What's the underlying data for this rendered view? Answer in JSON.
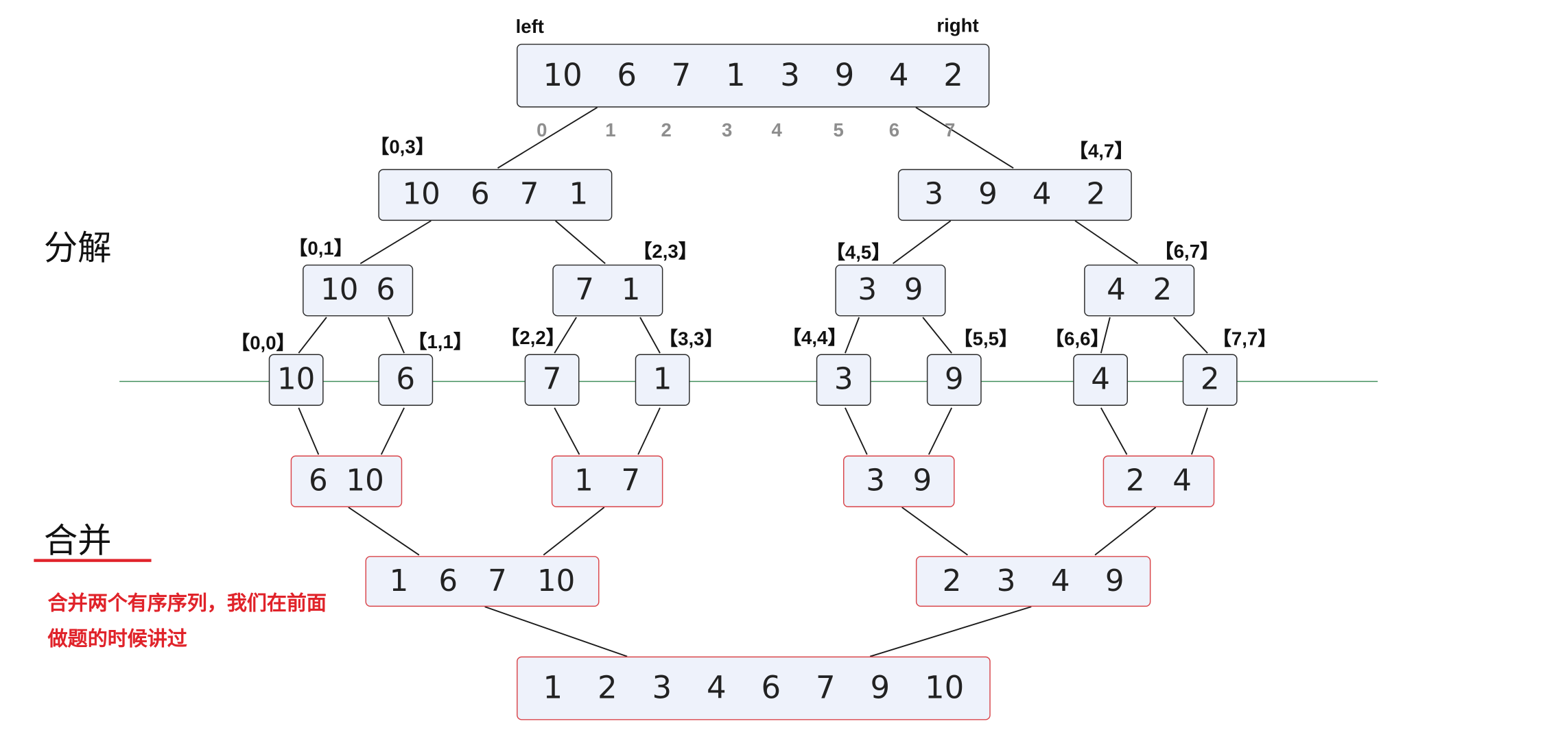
{
  "labels": {
    "left": "left",
    "right": "right",
    "decompose": "分解",
    "merge": "合并",
    "note_line1": "合并两个有序序列，我们在前面",
    "note_line2": "做题的时候讲过"
  },
  "indices": [
    "0",
    "1",
    "2",
    "3",
    "4",
    "5",
    "6",
    "7"
  ],
  "ranges": {
    "r03": "【0,3】",
    "r47": "【4,7】",
    "r01": "【0,1】",
    "r23": "【2,3】",
    "r45": "【4,5】",
    "r67": "【6,7】",
    "r00": "【0,0】",
    "r11": "【1,1】",
    "r22": "【2,2】",
    "r33": "【3,3】",
    "r44": "【4,4】",
    "r55": "【5,5】",
    "r66": "【6,6】",
    "r77": "【7,7】"
  },
  "boxes": {
    "root": [
      "10",
      "6",
      "7",
      "1",
      "3",
      "9",
      "4",
      "2"
    ],
    "d_l": [
      "10",
      "6",
      "7",
      "1"
    ],
    "d_r": [
      "3",
      "9",
      "4",
      "2"
    ],
    "d_ll": [
      "10",
      "6"
    ],
    "d_lr": [
      "7",
      "1"
    ],
    "d_rl": [
      "3",
      "9"
    ],
    "d_rr": [
      "4",
      "2"
    ],
    "leaf0": [
      "10"
    ],
    "leaf1": [
      "6"
    ],
    "leaf2": [
      "7"
    ],
    "leaf3": [
      "1"
    ],
    "leaf4": [
      "3"
    ],
    "leaf5": [
      "9"
    ],
    "leaf6": [
      "4"
    ],
    "leaf7": [
      "2"
    ],
    "m_01": [
      "6",
      "10"
    ],
    "m_23": [
      "1",
      "7"
    ],
    "m_45": [
      "3",
      "9"
    ],
    "m_67": [
      "2",
      "4"
    ],
    "m_l": [
      "1",
      "6",
      "7",
      "10"
    ],
    "m_r": [
      "2",
      "3",
      "4",
      "9"
    ],
    "final": [
      "1",
      "2",
      "3",
      "4",
      "6",
      "7",
      "9",
      "10"
    ]
  },
  "colors": {
    "split_border": "#2a2a2a",
    "merge_border": "#d9454a",
    "box_fill": "#eef2fb",
    "divider": "#3e8d5a",
    "note": "#e0232a"
  }
}
